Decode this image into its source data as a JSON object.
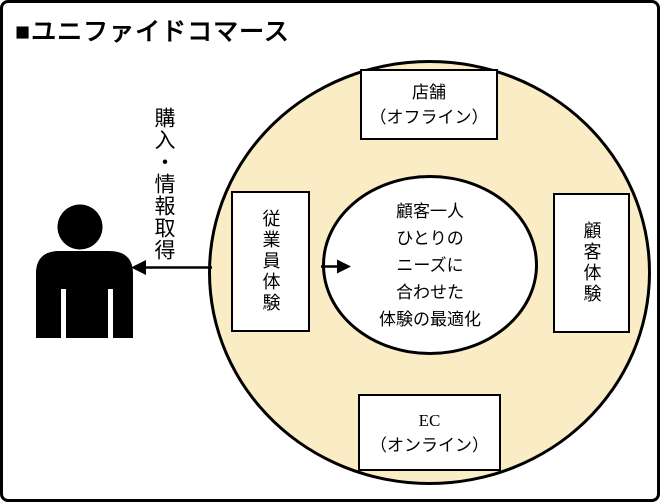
{
  "title": "■ユニファイドコマース",
  "colors": {
    "donut_fill": "#FAEDC6",
    "line": "#000000",
    "box_background": "#FFFFFF"
  },
  "actor": {
    "icon": "person-icon",
    "arrow_label": "購入・情報取得"
  },
  "donut": {
    "top_box": {
      "line1": "店舗",
      "line2": "（オフライン）"
    },
    "right_box": {
      "label": "顧客体験"
    },
    "bottom_box": {
      "line1": "EC",
      "line2": "（オンライン）"
    },
    "left_box": {
      "label": "従業員体験"
    }
  },
  "center_circle": {
    "lines": [
      "顧客一人",
      "ひとりの",
      "ニーズに",
      "合わせた",
      "体験の最適化"
    ]
  }
}
